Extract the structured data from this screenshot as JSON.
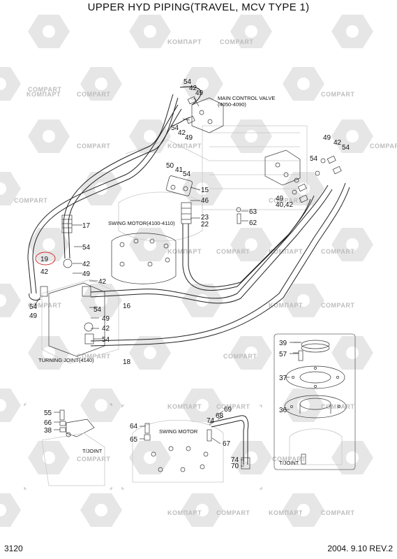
{
  "title": "UPPER HYD PIPING(TRAVEL, MCV TYPE 1)",
  "footer": {
    "page": "3120",
    "revision": "2004. 9.10  REV.2"
  },
  "watermark": {
    "logo_a": "KOMПAPT",
    "logo_b": "COMPART"
  },
  "captions": {
    "mcv": "MAIN CONTROL VALVE",
    "mcv_range": "(4050-4090)",
    "swing_motor_ref": "SWING MOTOR(4100-4110)",
    "turning_joint_ref": "TURNING JOINT(4140)",
    "tjoint_left": "T/JOINT",
    "swing_motor": "SWING MOTOR",
    "tjoint_right": "T/JOINT"
  },
  "parts": {
    "p54a": "54",
    "p42a": "42",
    "p49a": "49",
    "p54b": "54",
    "p42b": "42",
    "p49b": "49",
    "p50": "50",
    "p41": "41",
    "p54c": "54",
    "p15": "15",
    "p46": "46",
    "p23": "23",
    "p22": "22",
    "p63": "63",
    "p62": "62",
    "p49c": "49",
    "p42c": "42",
    "p54d": "54",
    "p54e": "54",
    "p49d": "49",
    "p40_42": "40,42",
    "p17": "17",
    "p54f": "54",
    "p19": "19",
    "p42d": "42",
    "p49e": "49",
    "p42e": "42",
    "p54g": "54",
    "p49f": "49",
    "p54h": "54",
    "p16": "16",
    "p49g": "49",
    "p42f": "42",
    "p54i": "54",
    "p18": "18",
    "p39": "39",
    "p57": "57",
    "p37": "37",
    "p36": "36",
    "p55": "55",
    "p66": "66",
    "p38": "38",
    "p64": "64",
    "p65": "65",
    "p69": "69",
    "p68": "68",
    "p74a": "74",
    "p67": "67",
    "p74b": "74",
    "p70": "70"
  },
  "colors": {
    "line": "#222222",
    "watermark": "#bdbdbd",
    "callout": "#d32f2f"
  }
}
